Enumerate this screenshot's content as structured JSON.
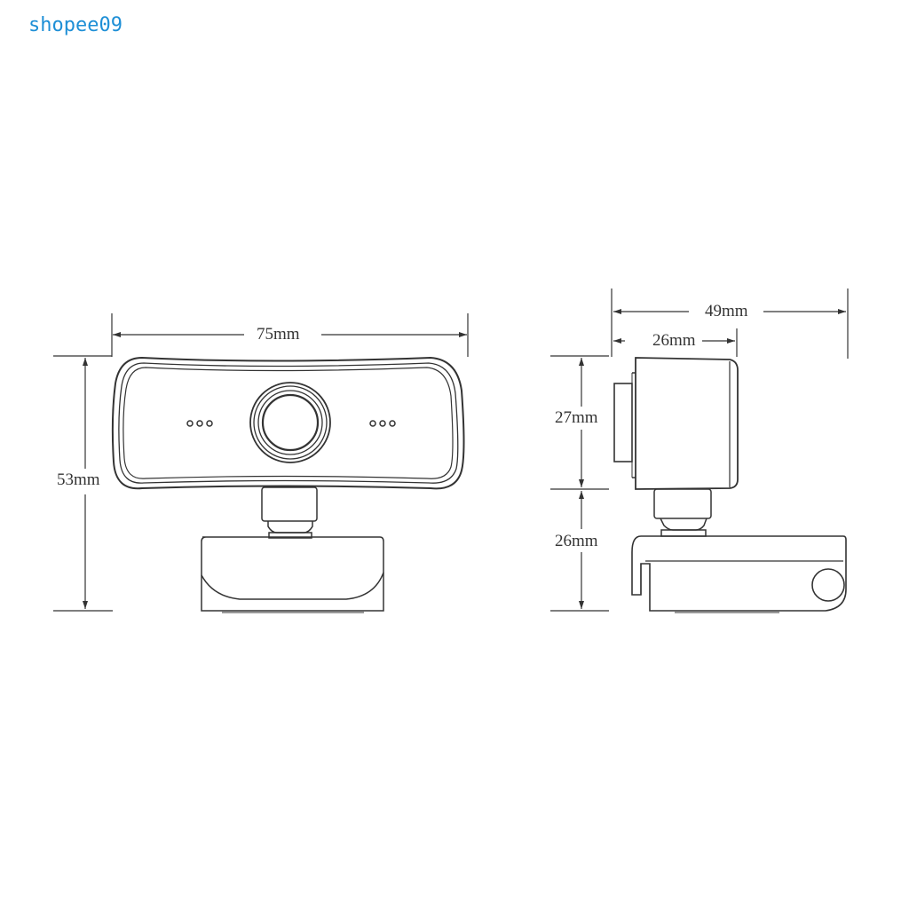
{
  "watermark": "shopee09",
  "front_view": {
    "width_label": "75mm",
    "height_label": "53mm"
  },
  "side_view": {
    "depth_total_label": "49mm",
    "depth_camera_label": "26mm",
    "camera_height_label": "27mm",
    "base_height_label": "26mm"
  },
  "colors": {
    "watermark": "#1e8fd6",
    "line": "#333333"
  }
}
